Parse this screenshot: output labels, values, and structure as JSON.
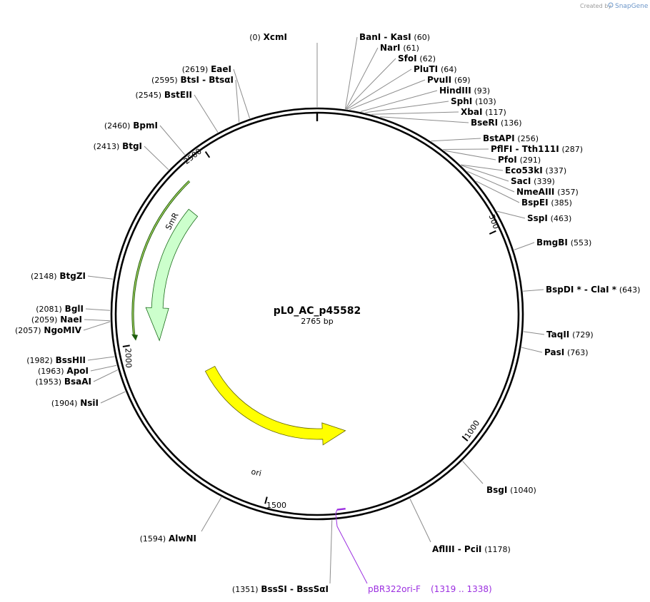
{
  "credit": {
    "text": "Created by",
    "brand": "SnapGene"
  },
  "plasmid": {
    "name": "pL0_AC_p45582",
    "size": "2765 bp",
    "length": 2765
  },
  "ticks": [
    "500",
    "1000",
    "1500",
    "2000",
    "2500"
  ],
  "features": [
    {
      "name": "SmR",
      "start": 2375,
      "end": 2000,
      "direction": "reverse",
      "color": "#ccffcc"
    },
    {
      "name": "ori",
      "start": 1865,
      "end": 1278,
      "direction": "reverse",
      "color": "#ffff00"
    }
  ],
  "primer": {
    "name": "pBR322ori-F",
    "range": "(1319 .. 1338)",
    "color": "#9b2ee0"
  },
  "sites": [
    {
      "pos": "(0)",
      "name": "XcmI",
      "pos_first": true
    },
    {
      "pos": "(60)",
      "name": "BanI  - KasI"
    },
    {
      "pos": "(61)",
      "name": "NarI"
    },
    {
      "pos": "(62)",
      "name": "SfoI"
    },
    {
      "pos": "(64)",
      "name": "PluTI"
    },
    {
      "pos": "(69)",
      "name": "PvuII"
    },
    {
      "pos": "(93)",
      "name": "HindIII"
    },
    {
      "pos": "(103)",
      "name": "SphI"
    },
    {
      "pos": "(117)",
      "name": "XbaI"
    },
    {
      "pos": "(136)",
      "name": "BseRI"
    },
    {
      "pos": "(256)",
      "name": "BstAPI"
    },
    {
      "pos": "(287)",
      "name": "PflFI  - Tth111I"
    },
    {
      "pos": "(291)",
      "name": "PfoI"
    },
    {
      "pos": "(337)",
      "name": "Eco53kI"
    },
    {
      "pos": "(339)",
      "name": "SacI"
    },
    {
      "pos": "(357)",
      "name": "NmeAIII"
    },
    {
      "pos": "(385)",
      "name": "BspEI"
    },
    {
      "pos": "(463)",
      "name": "SspI"
    },
    {
      "pos": "(553)",
      "name": "BmgBI"
    },
    {
      "pos": "(643)",
      "name": "BspDI *  - ClaI *"
    },
    {
      "pos": "(729)",
      "name": "TaqII"
    },
    {
      "pos": "(763)",
      "name": "PasI"
    },
    {
      "pos": "(1040)",
      "name": "BsgI"
    },
    {
      "pos": "(1178)",
      "name": "AflIII  - PciI"
    },
    {
      "pos": "(1351)",
      "name": "BssSI  - BssSαI",
      "pos_first": true
    },
    {
      "pos": "(1594)",
      "name": "AlwNI",
      "pos_first": true
    },
    {
      "pos": "(1904)",
      "name": "NsiI",
      "pos_first": true
    },
    {
      "pos": "(1953)",
      "name": "BsaAI",
      "pos_first": true
    },
    {
      "pos": "(1963)",
      "name": "ApoI",
      "pos_first": true
    },
    {
      "pos": "(1982)",
      "name": "BssHII",
      "pos_first": true
    },
    {
      "pos": "(2057)",
      "name": "NgoMIV",
      "pos_first": true
    },
    {
      "pos": "(2059)",
      "name": "NaeI",
      "pos_first": true
    },
    {
      "pos": "(2081)",
      "name": "BglI",
      "pos_first": true
    },
    {
      "pos": "(2148)",
      "name": "BtgZI",
      "pos_first": true
    },
    {
      "pos": "(2413)",
      "name": "BtgI",
      "pos_first": true
    },
    {
      "pos": "(2460)",
      "name": "BpmI",
      "pos_first": true
    },
    {
      "pos": "(2545)",
      "name": "BstEII",
      "pos_first": true
    },
    {
      "pos": "(2595)",
      "name": "BtsI  - BtsαI",
      "pos_first": true
    },
    {
      "pos": "(2619)",
      "name": "EaeI",
      "pos_first": true
    }
  ]
}
